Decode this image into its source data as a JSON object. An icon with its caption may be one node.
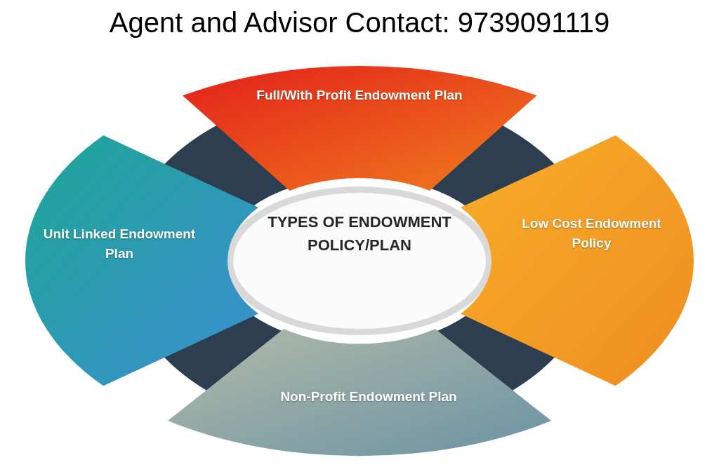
{
  "diagram": {
    "title": "Agent and Advisor Contact: 9739091119",
    "nodes": [
      {
        "text": [
          "TYPES OF ENDOWMENT POLICY/PLAN"
        ]
      },
      {
        "text": [
          "Full/With Profit Endowment Plan"
        ]
      },
      {
        "text": [
          "Low Cost Endowment Policy"
        ]
      },
      {
        "text": [
          "Non-Profit Endowment Plan"
        ]
      },
      {
        "text": [
          "Unit Linked Endowment Plan"
        ]
      }
    ]
  }
}
